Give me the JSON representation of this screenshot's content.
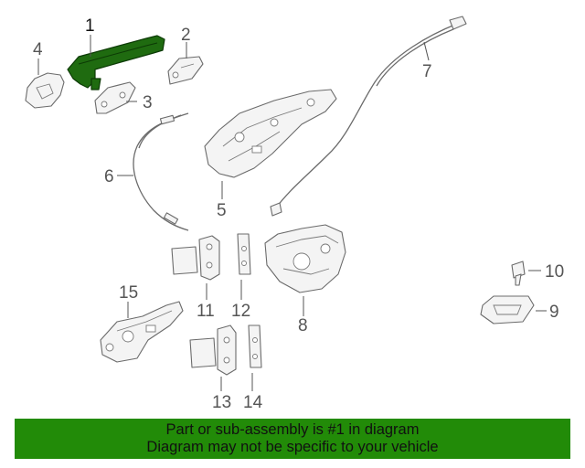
{
  "diagram": {
    "callouts": [
      "1",
      "2",
      "3",
      "4",
      "5",
      "6",
      "7",
      "8",
      "9",
      "10",
      "11",
      "12",
      "13",
      "14",
      "15"
    ],
    "highlighted_part": "1",
    "highlight_color": "#1f6b10"
  },
  "banner": {
    "line1": "Part or sub-assembly is #1 in diagram",
    "line2": "Diagram may not be specific to your vehicle",
    "background": "#228b08"
  }
}
